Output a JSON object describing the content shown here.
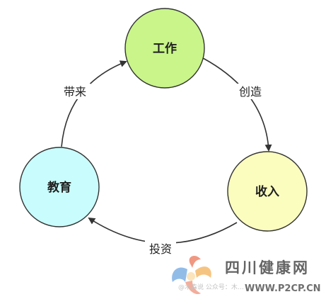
{
  "diagram": {
    "nodes": [
      {
        "id": "work",
        "label": "工作",
        "color": "#c9f58a"
      },
      {
        "id": "income",
        "label": "收入",
        "color": "#fbfdbf"
      },
      {
        "id": "education",
        "label": "教育",
        "color": "#c9fdfd"
      }
    ],
    "edges": [
      {
        "from": "work",
        "to": "income",
        "label": "创造"
      },
      {
        "from": "income",
        "to": "education",
        "label": "投资"
      },
      {
        "from": "education",
        "to": "work",
        "label": "带来"
      }
    ],
    "stroke_color": "#333333"
  },
  "watermark": {
    "site_name": "四川健康网",
    "url": "WWW.P2CP.CN",
    "author": "@木森说 公众号：木…",
    "logo_colors": [
      "#e85d3a",
      "#f2a33a",
      "#4a90d9"
    ]
  }
}
